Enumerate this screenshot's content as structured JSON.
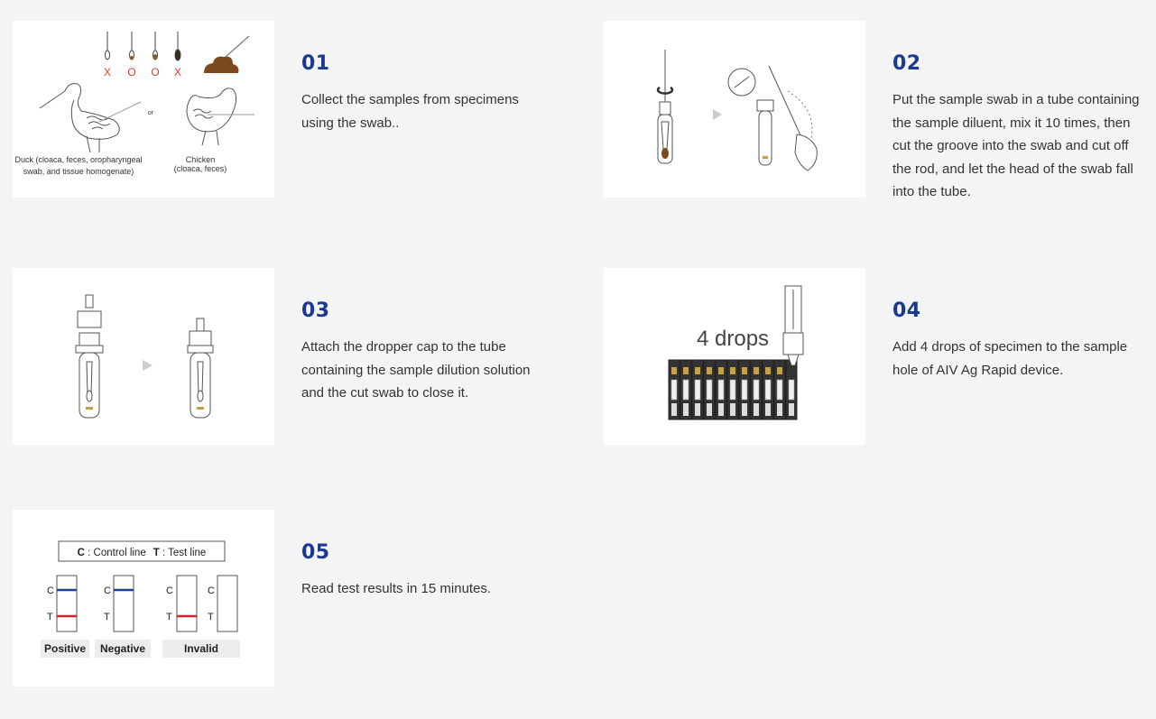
{
  "steps": [
    {
      "number": "01",
      "text": "Collect the samples from specimens using the swab..",
      "illustration": {
        "marks": [
          "X",
          "O",
          "O",
          "X"
        ],
        "or_label": "or",
        "duck_caption_1": "Duck (cloaca, feces, oropharyngeal",
        "duck_caption_2": "swab, and tissue homogenate)",
        "chicken_caption_1": "Chicken",
        "chicken_caption_2": "(cloaca, feces)"
      }
    },
    {
      "number": "02",
      "text": "Put the sample swab in a tube containing the sample diluent, mix it 10 times, then cut the groove into the swab and cut off the rod, and let the head of the swab fall into the tube."
    },
    {
      "number": "03",
      "text": "Attach the dropper cap to the tube containing the sample dilution solution and the cut swab to close it."
    },
    {
      "number": "04",
      "text": "Add 4 drops of specimen to the sample hole of AIV Ag Rapid device.",
      "illustration": {
        "drops_label": "4 drops"
      }
    },
    {
      "number": "05",
      "text": "Read test results in 15 minutes.",
      "illustration": {
        "legend_c": "C",
        "legend_c_text": " : Control line",
        "legend_t": "T",
        "legend_t_text": " : Test line",
        "c": "C",
        "t": "T",
        "positive": "Positive",
        "negative": "Negative",
        "invalid": "Invalid"
      }
    }
  ],
  "colors": {
    "step_number": "#1a3a8f",
    "mark_red": "#e03a2e",
    "control_line": "#1f3f9a",
    "test_line": "#c8222b",
    "feces": "#7a4a1e"
  }
}
